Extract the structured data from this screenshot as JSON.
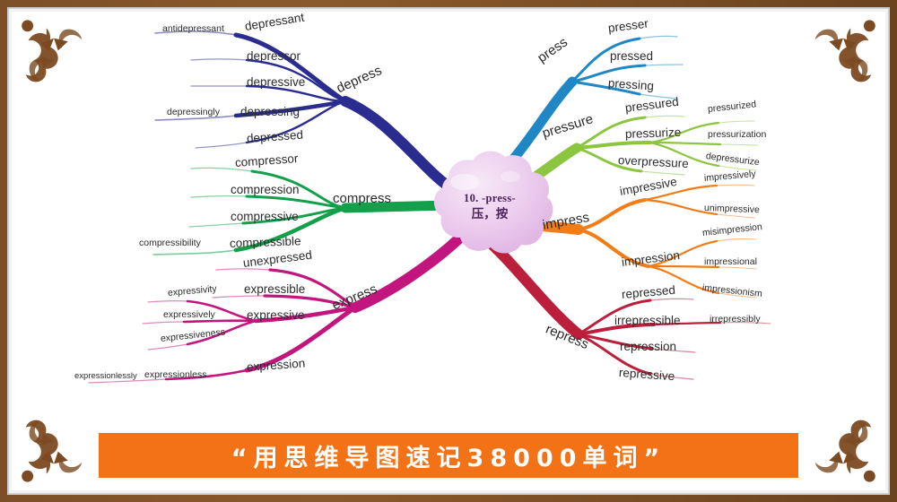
{
  "title": "Mind map: -press- root word family",
  "center": {
    "en": "10. -press-",
    "cn": "压，按"
  },
  "banner": {
    "text": "“用思维导图速记38000单词”",
    "bg": "#f47216",
    "color": "#ffffff"
  },
  "frame": {
    "border_color": "#7c4f28",
    "ornament_color": "#7b4a22",
    "canvas": "#ffffff"
  },
  "branches": [
    {
      "id": "depress",
      "label": "depress",
      "color": "#2b2c8f",
      "side": "left",
      "children": [
        {
          "label": "depressant",
          "children": [
            {
              "label": "antidepressant"
            }
          ]
        },
        {
          "label": "depressor",
          "children": []
        },
        {
          "label": "depressive",
          "children": []
        },
        {
          "label": "depressing",
          "children": [
            {
              "label": "depressingly"
            }
          ]
        },
        {
          "label": "depressed",
          "children": []
        }
      ]
    },
    {
      "id": "compress",
      "label": "compress",
      "color": "#14a04a",
      "side": "left",
      "children": [
        {
          "label": "compressor",
          "children": []
        },
        {
          "label": "compression",
          "children": []
        },
        {
          "label": "compressive",
          "children": []
        },
        {
          "label": "compressible",
          "children": [
            {
              "label": "compressibility"
            }
          ]
        }
      ]
    },
    {
      "id": "express",
      "label": "express",
      "color": "#c2167e",
      "side": "left",
      "children": [
        {
          "label": "unexpressed",
          "children": []
        },
        {
          "label": "expressible",
          "children": []
        },
        {
          "label": "expressive",
          "children": [
            {
              "label": "expressivity"
            },
            {
              "label": "expressively"
            },
            {
              "label": "expressiveness"
            }
          ]
        },
        {
          "label": "expression",
          "children": [
            {
              "label": "expressionless"
            },
            {
              "label": "expressionlessly"
            }
          ]
        }
      ]
    },
    {
      "id": "press",
      "label": "press",
      "color": "#1f87c4",
      "side": "right",
      "children": [
        {
          "label": "presser",
          "children": []
        },
        {
          "label": "pressed",
          "children": []
        },
        {
          "label": "pressing",
          "children": []
        }
      ]
    },
    {
      "id": "pressure",
      "label": "pressure",
      "color": "#8cc53f",
      "side": "right",
      "children": [
        {
          "label": "pressured",
          "children": []
        },
        {
          "label": "pressurize",
          "children": [
            {
              "label": "pressurized"
            },
            {
              "label": "pressurization"
            },
            {
              "label": "depressurize"
            }
          ]
        },
        {
          "label": "overpressure",
          "children": []
        }
      ]
    },
    {
      "id": "impress",
      "label": "impress",
      "color": "#f07d17",
      "side": "right",
      "children": [
        {
          "label": "impressive",
          "children": [
            {
              "label": "impressively"
            },
            {
              "label": "unimpressive"
            }
          ]
        },
        {
          "label": "impression",
          "children": [
            {
              "label": "misimpression"
            },
            {
              "label": "impressional"
            },
            {
              "label": "impressionism"
            }
          ]
        }
      ]
    },
    {
      "id": "repress",
      "label": "repress",
      "color": "#bb1f3c",
      "side": "right",
      "children": [
        {
          "label": "repressed",
          "children": []
        },
        {
          "label": "irrepressible",
          "children": [
            {
              "label": "irrepressibly"
            }
          ]
        },
        {
          "label": "repression",
          "children": []
        },
        {
          "label": "repressive",
          "children": []
        }
      ]
    }
  ],
  "labels": {
    "depress": "depress",
    "depressant": "depressant",
    "antidepressant": "antidepressant",
    "depressor": "depressor",
    "depressive": "depressive",
    "depressing": "depressing",
    "depressingly": "depressingly",
    "depressed": "depressed",
    "compress": "compress",
    "compressor": "compressor",
    "compression": "compression",
    "compressive": "compressive",
    "compressible": "compressible",
    "compressibility": "compressibility",
    "express": "express",
    "unexpressed": "unexpressed",
    "expressible": "expressible",
    "expressive": "expressive",
    "expressivity": "expressivity",
    "expressively": "expressively",
    "expressiveness": "expressiveness",
    "expression": "expression",
    "expressionless": "expressionless",
    "expressionlessly": "expressionlessly",
    "press": "press",
    "presser": "presser",
    "pressed": "pressed",
    "pressing": "pressing",
    "pressure": "pressure",
    "pressured": "pressured",
    "pressurize": "pressurize",
    "pressurized": "pressurized",
    "pressurization": "pressurization",
    "depressurize": "depressurize",
    "overpressure": "overpressure",
    "impress": "impress",
    "impressive": "impressive",
    "impressively": "impressively",
    "unimpressive": "unimpressive",
    "impression": "impression",
    "misimpression": "misimpression",
    "impressional": "impressional",
    "impressionism": "impressionism",
    "repress": "repress",
    "repressed": "repressed",
    "irrepressible": "irrepressible",
    "irrepressibly": "irrepressibly",
    "repression": "repression",
    "repressive": "repressive"
  }
}
